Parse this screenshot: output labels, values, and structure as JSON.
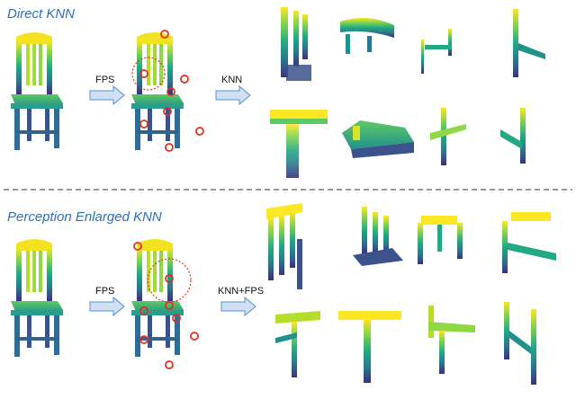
{
  "top_section": {
    "title": "Direct KNN",
    "arrow1_label": "FPS",
    "arrow2_label": "KNN"
  },
  "bottom_section": {
    "title": "Perception Enlarged KNN",
    "arrow1_label": "FPS",
    "arrow2_label": "KNN+FPS"
  },
  "colors": {
    "title": "#2e6fb8",
    "arrow_fill": "#cfe0f4",
    "arrow_stroke": "#5b8fc9",
    "sample_marker": "#e0301e",
    "divider": "#333333",
    "gradient": [
      "#fde725",
      "#5ec962",
      "#21918c",
      "#3b528b",
      "#440154"
    ]
  }
}
